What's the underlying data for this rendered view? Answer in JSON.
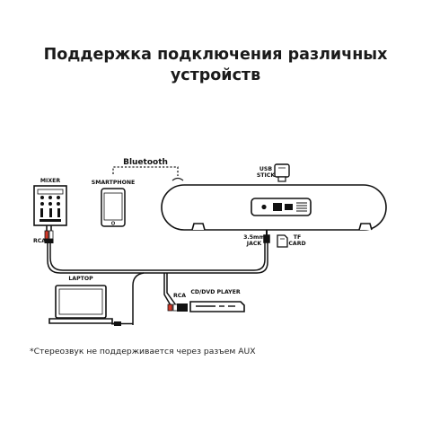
{
  "title": {
    "line1": "Поддержка подключения различных",
    "line2": "устройств"
  },
  "labels": {
    "bluetooth": "Bluetooth",
    "mixer": "MIXER",
    "smartphone": "SMARTPHONE",
    "usb_stick_1": "USB",
    "usb_stick_2": "STICK",
    "rca_left": "RCA",
    "jack_1": "3.5mm",
    "jack_2": "JACK",
    "tf_card_1": "TF",
    "tf_card_2": "CARD",
    "laptop": "LAPTOP",
    "rca_player": "RCA",
    "player": "CD/DVD PLAYER"
  },
  "footnote": "*Стереозвук не поддерживается через разъем AUX",
  "colors": {
    "line": "#1a1a1a",
    "rca_red": "#d23a2a",
    "rca_white": "#ffffff",
    "background": "#ffffff"
  }
}
